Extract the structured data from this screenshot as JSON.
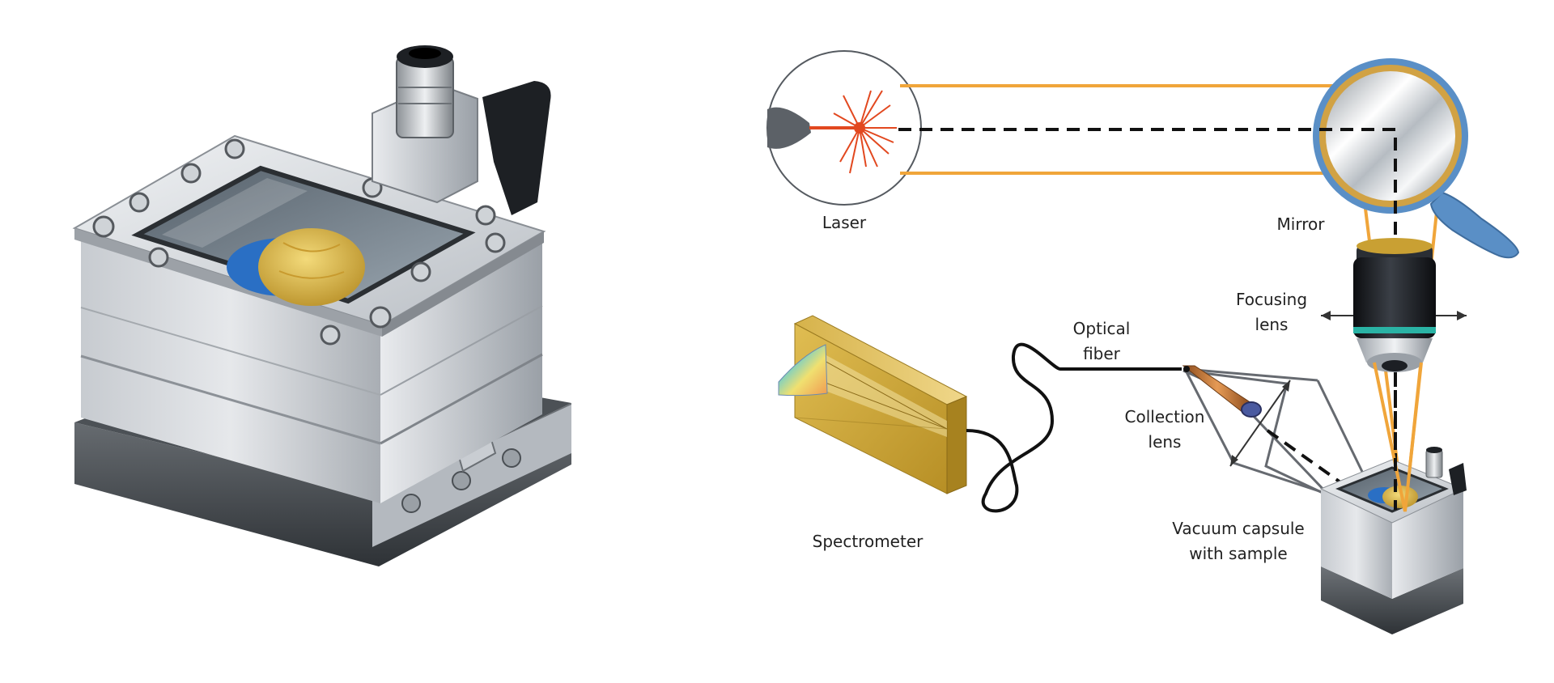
{
  "colors": {
    "beam": "#f0a53a",
    "dashed_path": "#111111",
    "aluminum_light": "#dcdfe2",
    "aluminum_dark": "#8e9399",
    "sample": "#d9b13c",
    "spectrometer": "#c9a032",
    "laser_emission": "#e2481f",
    "mirror_frame": "#d1a244",
    "mirror_handle": "#5a8fc6",
    "lens_body": "#1c1f24",
    "background": "#ffffff"
  },
  "labels": {
    "laser": "Laser",
    "mirror": "Mirror",
    "focusing_lens_line1": "Focusing",
    "focusing_lens_line2": "lens",
    "optical_fiber_line1": "Optical",
    "optical_fiber_line2": "fiber",
    "collection_lens_line1": "Collection",
    "collection_lens_line2": "lens",
    "spectrometer": "Spectrometer",
    "vacuum_capsule_line1": "Vacuum capsule",
    "vacuum_capsule_line2": "with sample"
  }
}
